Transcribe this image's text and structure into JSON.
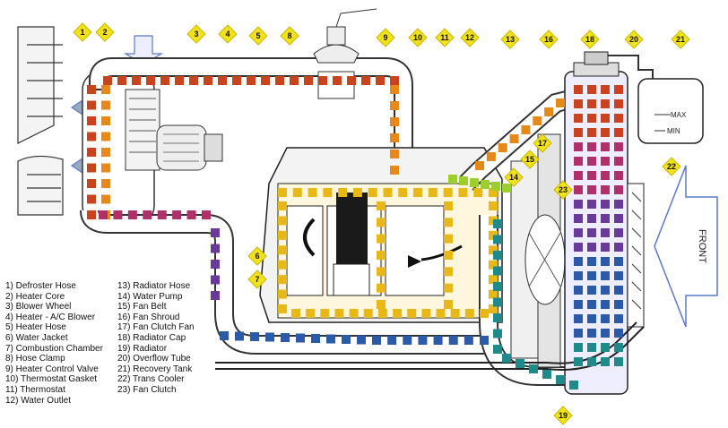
{
  "markers": [
    {
      "n": "1",
      "label": "1"
    },
    {
      "n": "2",
      "label": "2"
    },
    {
      "n": "3",
      "label": "3"
    },
    {
      "n": "4",
      "label": "4"
    },
    {
      "n": "5",
      "label": "5"
    },
    {
      "n": "6",
      "label": "6"
    },
    {
      "n": "7",
      "label": "7"
    },
    {
      "n": "8",
      "label": "8"
    },
    {
      "n": "9",
      "label": "9"
    },
    {
      "n": "10",
      "label": "10"
    },
    {
      "n": "11",
      "label": "11"
    },
    {
      "n": "12",
      "label": "12"
    },
    {
      "n": "13",
      "label": "13"
    },
    {
      "n": "14",
      "label": "14"
    },
    {
      "n": "15",
      "label": "15"
    },
    {
      "n": "16",
      "label": "16"
    },
    {
      "n": "17",
      "label": "17"
    },
    {
      "n": "18",
      "label": "18"
    },
    {
      "n": "19",
      "label": "19"
    },
    {
      "n": "20",
      "label": "20"
    },
    {
      "n": "21",
      "label": "21"
    },
    {
      "n": "22",
      "label": "22"
    },
    {
      "n": "23",
      "label": "23"
    }
  ],
  "legend_left": [
    "1) Defroster Hose",
    "2) Heater Core",
    "3) Blower Wheel",
    "4) Heater - A/C Blower",
    "5) Heater Hose",
    "6) Water Jacket",
    "7) Combustion Chamber",
    "8) Hose Clamp",
    "9) Heater Control Valve",
    "10) Thermostat Gasket",
    "11) Thermostat",
    "12) Water Outlet"
  ],
  "legend_right": [
    "13) Radiator Hose",
    "14) Water Pump",
    "15) Fan Belt",
    "16) Fan Shroud",
    "17) Fan Clutch Fan",
    "18) Radiator Cap",
    "19) Radiator",
    "20) Overflow Tube",
    "21) Recovery Tank",
    "22) Trans Cooler",
    "23) Fan Clutch"
  ],
  "tank": {
    "max": "MAX",
    "min": "MIN"
  },
  "front_label": "FRONT",
  "colors": {
    "hot": "#c8431e",
    "warm": "#e58a1a",
    "engine": "#e8b818",
    "green": "#9ccf2c",
    "teal": "#1f8a8a",
    "blue": "#2a5aa8",
    "purple": "#6a3a9a",
    "magenta": "#b0306a",
    "marker": "#f2e21a",
    "outline": "#222222"
  }
}
